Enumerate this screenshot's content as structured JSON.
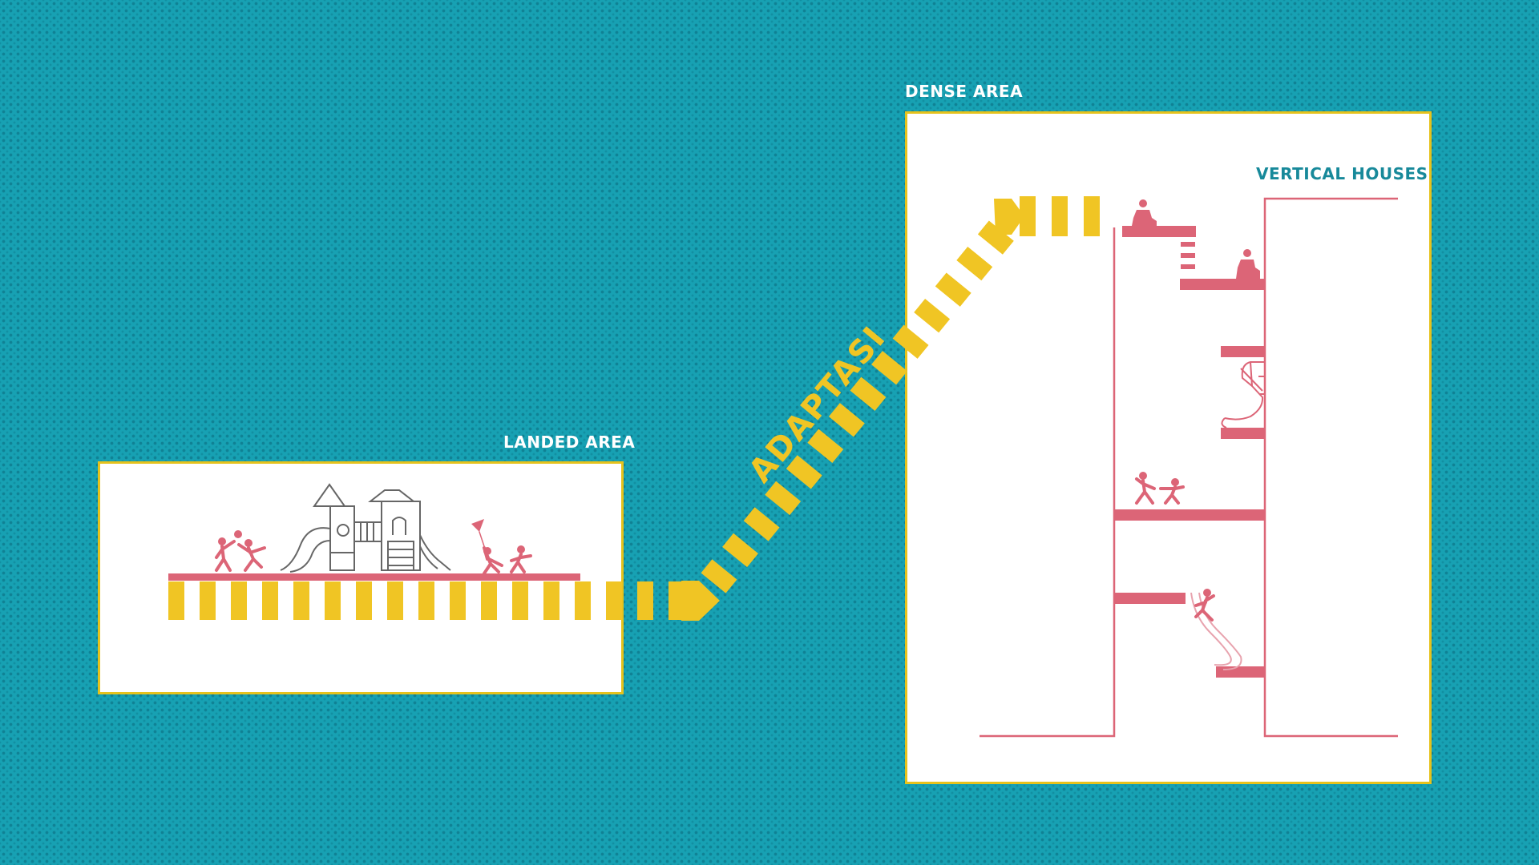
{
  "labels": {
    "landed_area": "LANDED AREA",
    "dense_area": "DENSE AREA",
    "vertical_houses": "VERTICAL HOUSES",
    "adaptasi": "ADAPTASI"
  },
  "colors": {
    "background": "#17a1b3",
    "panel_border": "#e6c21c",
    "path_yellow": "#f0c524",
    "figure_pink": "#dc6577",
    "label_teal": "#17899a",
    "playground_grey": "#666666"
  },
  "icons": [
    "playground-structure-icon",
    "children-ball-icon",
    "children-kite-icon",
    "person-sitting-icon",
    "tube-slide-icon",
    "children-running-icon",
    "person-sliding-icon"
  ]
}
